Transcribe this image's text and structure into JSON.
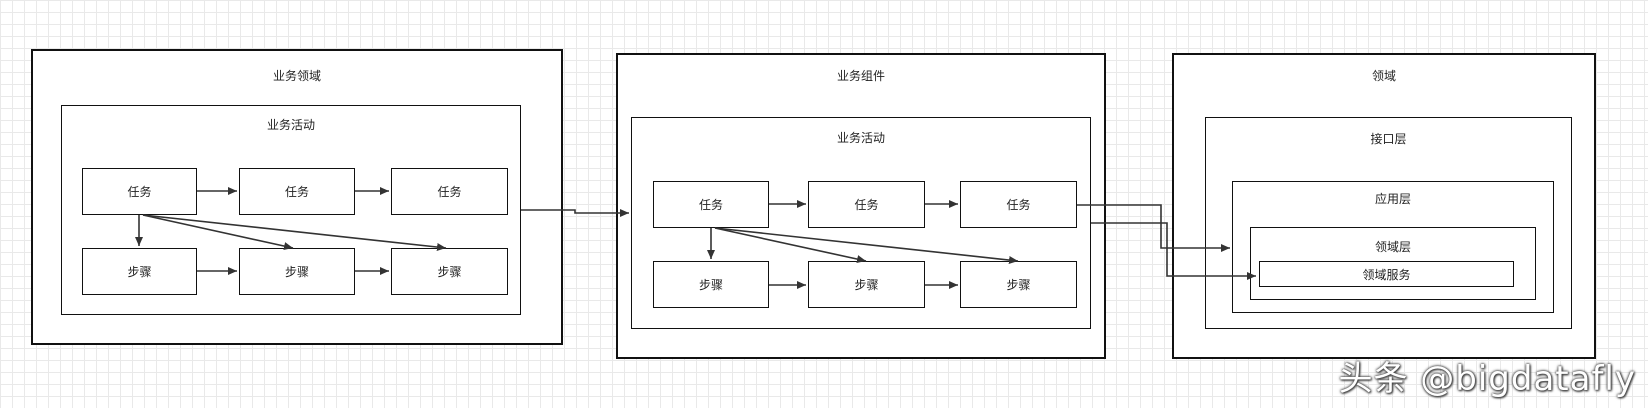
{
  "panels": {
    "domain_business": {
      "title": "业务领域",
      "activity_title": "业务活动",
      "task_labels": [
        "任务",
        "任务",
        "任务"
      ],
      "step_labels": [
        "步骤",
        "步骤",
        "步骤"
      ]
    },
    "business_component": {
      "title": "业务组件",
      "activity_title": "业务活动",
      "task_labels": [
        "任务",
        "任务",
        "任务"
      ],
      "step_labels": [
        "步骤",
        "步骤",
        "步骤"
      ]
    },
    "domain": {
      "title": "领域",
      "interface_layer": "接口层",
      "application_layer": "应用层",
      "domain_layer": "领域层",
      "domain_service": "领域服务"
    }
  },
  "watermark": "头条 @bigdatafly"
}
